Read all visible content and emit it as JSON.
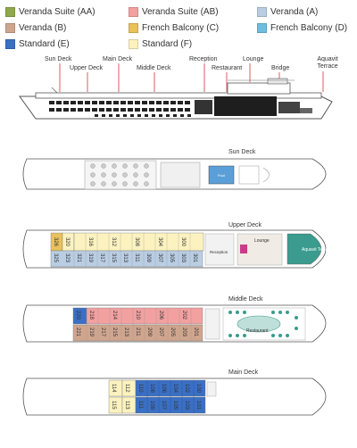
{
  "legend": [
    {
      "label": "Veranda Suite (AA)",
      "color": "#8fa84a"
    },
    {
      "label": "Veranda Suite (AB)",
      "color": "#f2a0a0"
    },
    {
      "label": "Veranda (A)",
      "color": "#b9cde3"
    },
    {
      "label": "Veranda (B)",
      "color": "#d0a58e"
    },
    {
      "label": "French Balcony (C)",
      "color": "#e8c25a"
    },
    {
      "label": "French Balcony (D)",
      "color": "#6fbde0"
    },
    {
      "label": "Standard (E)",
      "color": "#3a6fc4"
    },
    {
      "label": "Standard (F)",
      "color": "#fbf2c0"
    }
  ],
  "profile_labels": {
    "sun_deck": "Sun Deck",
    "upper_deck": "Upper Deck",
    "main_deck": "Main Deck",
    "middle_deck": "Middle Deck",
    "reception": "Reception",
    "restaurant": "Restaurant",
    "lounge": "Lounge",
    "bridge": "Bridge",
    "aquavit_terrace": "Aquavit Terrace"
  },
  "sun_deck": {
    "title": "Sun Deck",
    "pool": "Pool"
  },
  "upper_deck": {
    "title": "Upper Deck",
    "lounge": "Lounge",
    "reception": "Reception",
    "aquavit": "Aquavit Terrace",
    "top_row": [
      "326",
      "320",
      "318",
      "316",
      "314",
      "312",
      "310",
      "308",
      "306",
      "304",
      "302",
      "300"
    ],
    "bottom_row": [
      "325",
      "323",
      "321",
      "319",
      "317",
      "315",
      "313",
      "311",
      "309",
      "307",
      "305",
      "303",
      "301"
    ]
  },
  "middle_deck": {
    "title": "Middle Deck",
    "restaurant": "Restaurant",
    "top_row": [
      "220",
      "218",
      "216",
      "214",
      "212",
      "210",
      "208",
      "206",
      "204",
      "202",
      "200"
    ],
    "bottom_row": [
      "221",
      "219",
      "217",
      "215",
      "213",
      "211",
      "209",
      "207",
      "205",
      "203",
      "201"
    ]
  },
  "main_deck": {
    "title": "Main Deck",
    "top_row": [
      "114",
      "112",
      "110",
      "108",
      "106",
      "104",
      "102",
      "100"
    ],
    "bottom_row": [
      "115",
      "113",
      "111",
      "109",
      "107",
      "105",
      "103",
      "101"
    ]
  }
}
